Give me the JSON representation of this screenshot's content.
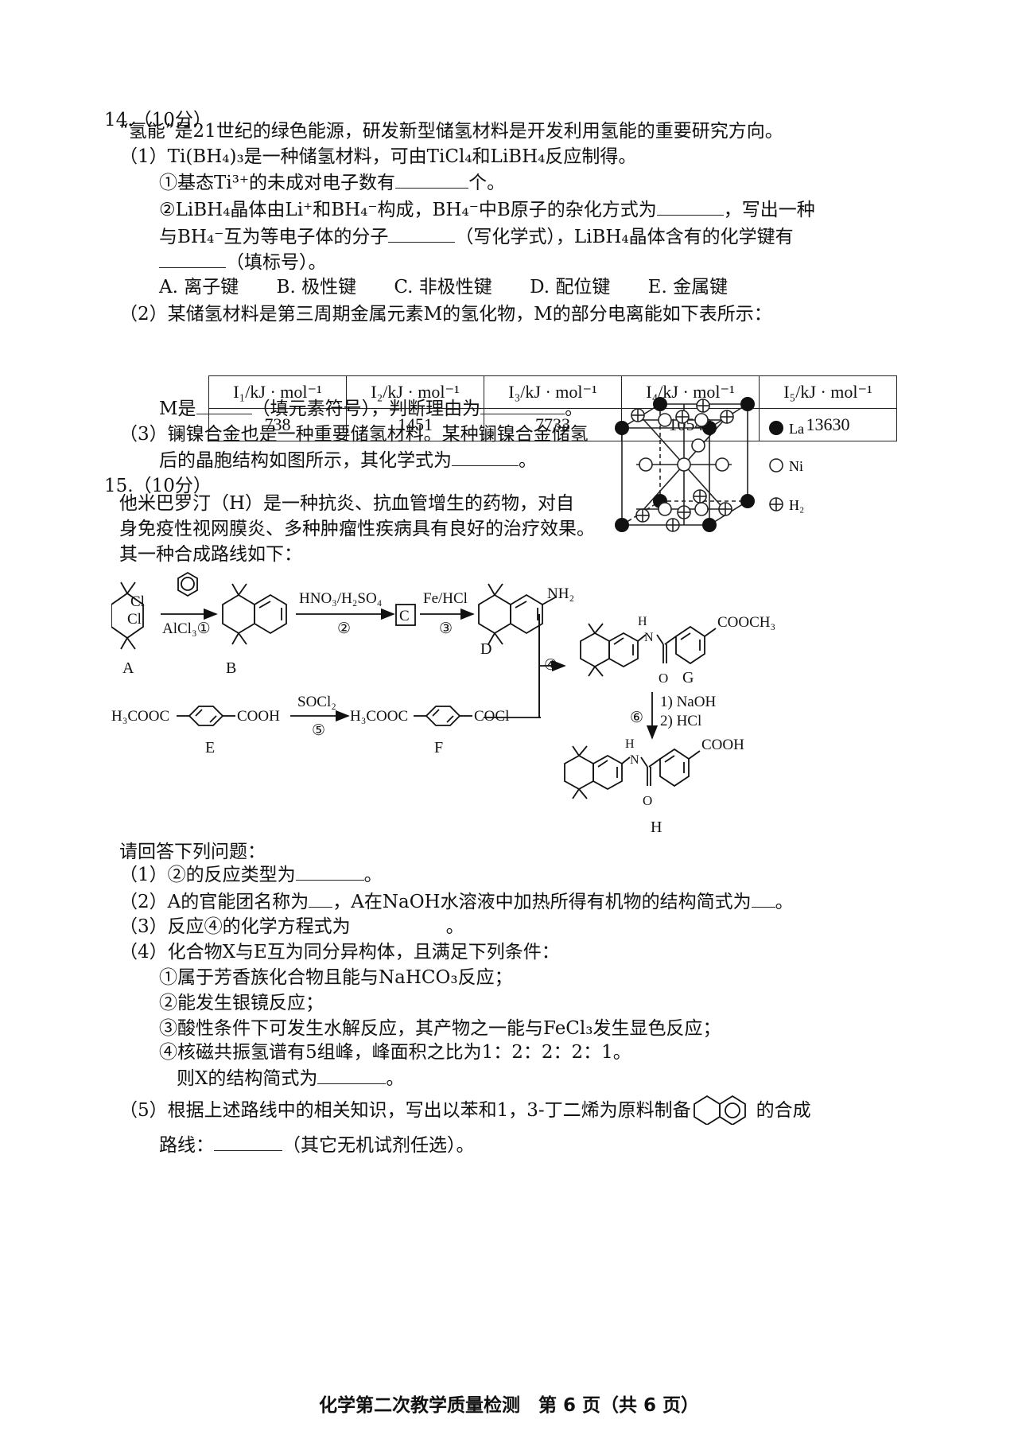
{
  "q14": {
    "header": "14.（10分）",
    "intro": "“氢能”是21世纪的绿色能源，研发新型储氢材料是开发利用氢能的重要研究方向。",
    "p1": "（1）Ti(BH₄)₃是一种储氢材料，可由TiCl₄和LiBH₄反应制得。",
    "p1a_pre": "①基态Ti³⁺的未成对电子数有",
    "p1a_post": "个。",
    "p1b_pre": "②LiBH₄晶体由Li⁺和BH₄⁻构成，BH₄⁻中B原子的杂化方式为",
    "p1b_post": "，写出一种",
    "p1c_pre": "与BH₄⁻互为等电子体的分子",
    "p1c_post": "（写化学式），LiBH₄晶体含有的化学键有",
    "p1d": "（填标号）。",
    "options": [
      "A. 离子键",
      "B. 极性键",
      "C. 非极性键",
      "D. 配位键",
      "E. 金属键"
    ],
    "p2": "（2）某储氢材料是第三周期金属元素M的氢化物，M的部分电离能如下表所示：",
    "table": {
      "headers": [
        "I₁/kJ · mol⁻¹",
        "I₂/kJ · mol⁻¹",
        "I₃/kJ · mol⁻¹",
        "I₄/kJ · mol⁻¹",
        "I₅/kJ · mol⁻¹"
      ],
      "values": [
        "738",
        "1451",
        "7733",
        "10540",
        "13630"
      ]
    },
    "p2b_pre": "M是",
    "p2b_mid": "（填元素符号），判断理由为",
    "p2b_post": "。",
    "p3a": "（3）镧镍合金也是一种重要储氢材料。某种镧镍合金储氢",
    "p3b_pre": "后的晶胞结构如图所示，其化学式为",
    "p3b_post": "。",
    "legend": [
      "La",
      "Ni",
      "H₂"
    ]
  },
  "q15": {
    "header": "15.（10分）",
    "intro1": "他米巴罗汀（H）是一种抗炎、抗血管增生的药物，对自",
    "intro2": "身免疫性视网膜炎、多种肿瘤性疾病具有良好的治疗效果。",
    "intro3": "其一种合成路线如下：",
    "scheme": {
      "labels": [
        "A",
        "B",
        "C",
        "D",
        "E",
        "F",
        "G",
        "H"
      ],
      "reagents": {
        "r1": "AlCl₃①",
        "r2": "HNO₃/H₂SO₄",
        "r2n": "②",
        "r3": "Fe/HCl",
        "r3n": "③",
        "r4n": "④",
        "r5": "SOCl₂",
        "r5n": "⑤",
        "r6n": "⑥",
        "r6a": "1) NaOH",
        "r6b": "2) HCl"
      },
      "groups": {
        "cl": "Cl",
        "nh2": "NH₂",
        "cooch3": "COOCH₃",
        "cooh": "COOH",
        "cocl": "COCl",
        "h3cooc": "H₃COOC",
        "nh": "H",
        "n": "N",
        "o": "O"
      }
    },
    "ask": "请回答下列问题：",
    "a1_pre": "（1）②的反应类型为",
    "a1_post": "。",
    "a2_pre": "（2）A的官能团名称为",
    "a2_mid": "，A在NaOH水溶液中加热所得有机物的结构简式为",
    "a2_post": "。",
    "a3": "（3）反应④的化学方程式为",
    "a3_post": "。",
    "a4": "（4）化合物X与E互为同分异构体，且满足下列条件：",
    "c1": "①属于芳香族化合物且能与NaHCO₃反应；",
    "c2": "②能发生银镜反应；",
    "c3": "③酸性条件下可发生水解反应，其产物之一能与FeCl₃发生显色反应；",
    "c4": "④核磁共振氢谱有5组峰，峰面积之比为1：2：2：2：1。",
    "c5_pre": "则X的结构简式为",
    "c5_post": "。",
    "a5_pre": "（5）根据上述路线中的相关知识，写出以苯和1，3-丁二烯为原料制备",
    "a5_post": "的合成",
    "a5b_pre": "路线：",
    "a5b_post": "（其它无机试剂任选）。"
  },
  "footer": "化学第二次教学质量检测　第 6 页（共 6 页）"
}
